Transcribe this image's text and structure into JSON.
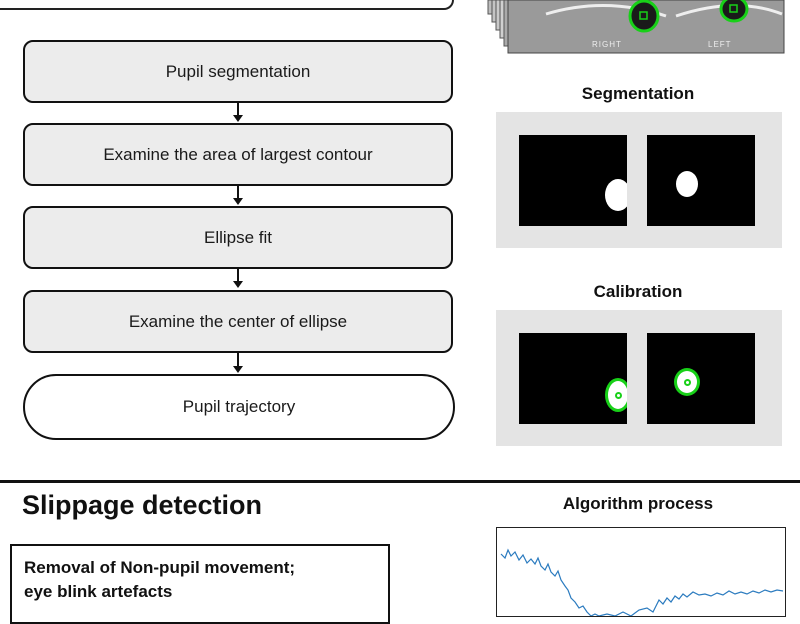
{
  "flowchart": {
    "steps": [
      "Pupil segmentation",
      "Examine the area of largest contour",
      "Ellipse fit",
      "Examine the center of ellipse"
    ],
    "output": "Pupil trajectory"
  },
  "panels": {
    "eye_image": {
      "left_eye_label": "RIGHT",
      "right_eye_label": "LEFT"
    },
    "segmentation": {
      "title": "Segmentation"
    },
    "calibration": {
      "title": "Calibration"
    }
  },
  "slippage": {
    "title": "Slippage detection",
    "note_line1": "Removal of Non-pupil movement;",
    "note_line2": "eye blink artefacts"
  },
  "algorithm": {
    "title": "Algorithm process",
    "line_color": "#2b7bbf"
  }
}
